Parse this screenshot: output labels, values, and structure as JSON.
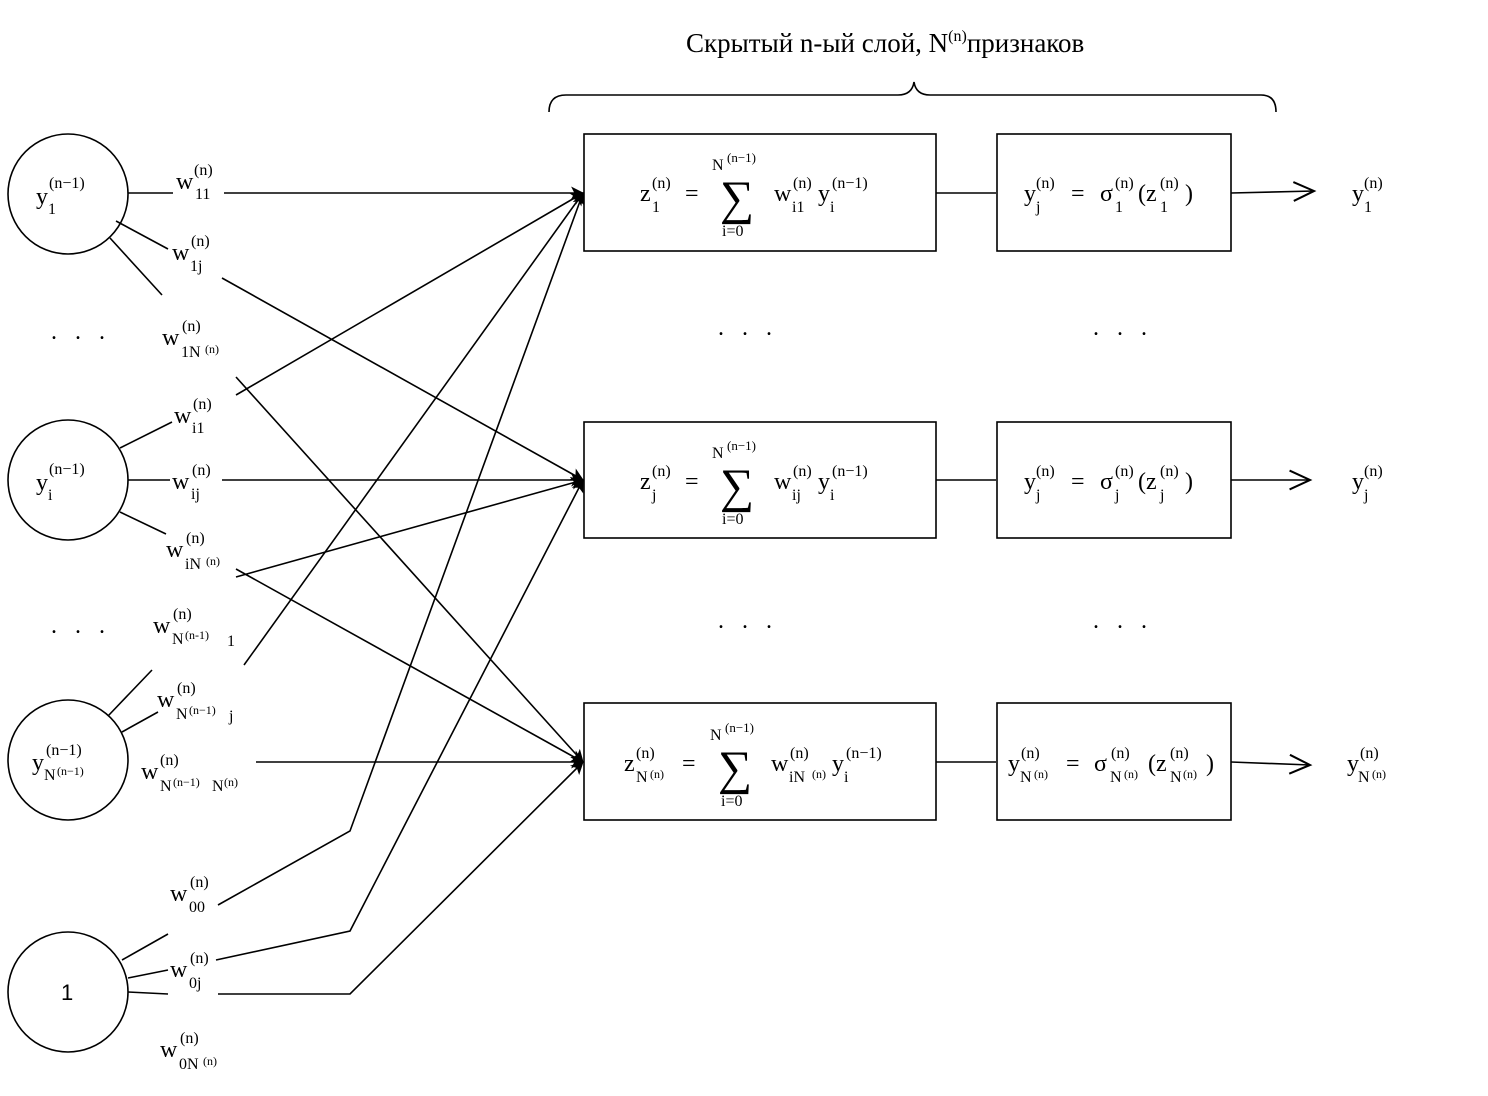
{
  "title": {
    "prefix": "Скрытый n-ый слой,  N",
    "sup": "(n)",
    "suffix": "признаков"
  },
  "ellipsis": ". . .",
  "common": {
    "sup_n": "(n)",
    "sup_n_minus_1": "(n−1)",
    "w": "w",
    "y": "y",
    "z": "z",
    "sigma": "σ",
    "equals": "=",
    "sum": "∑",
    "N": "N",
    "sum_lower": "i=0",
    "open_paren": "(",
    "close_paren": ")"
  },
  "input_nodes": [
    {
      "symbol": "y",
      "sub": "1",
      "sup": "(n−1)"
    },
    {
      "symbol": "y",
      "sub": "i",
      "sup": "(n−1)"
    },
    {
      "symbol": "y",
      "sub": "N",
      "sub_sup": "(n−1)",
      "sup": "(n−1)"
    },
    {
      "label": "1"
    }
  ],
  "weights": [
    {
      "sub": "11",
      "sup": "(n)"
    },
    {
      "sub": "1j",
      "sup": "(n)"
    },
    {
      "sub": "1N",
      "sub_sup": "(n)",
      "sup": "(n)"
    },
    {
      "sub": "i1",
      "sup": "(n)"
    },
    {
      "sub": "ij",
      "sup": "(n)"
    },
    {
      "sub": "iN",
      "sub_sup": "(n)",
      "sup": "(n)"
    },
    {
      "sub_a": "N",
      "sub_a_sup": "(n-1)",
      "sub_b": "1",
      "sup": "(n)"
    },
    {
      "sub_a": "N",
      "sub_a_sup": "(n−1)",
      "sub_b": "j",
      "sup": "(n)"
    },
    {
      "sub_a": "N",
      "sub_a_sup": "(n−1)",
      "sub_b": "N",
      "sub_b_sup": "(n)",
      "sup": "(n)"
    },
    {
      "sub": "00",
      "sup": "(n)"
    },
    {
      "sub": "0j",
      "sup": "(n)"
    },
    {
      "sub": "0N",
      "sub_sup": "(n)",
      "sup": "(n)"
    }
  ],
  "sum_boxes": [
    {
      "z_sub": "1",
      "w_sub": "i1",
      "y_sub": "i"
    },
    {
      "z_sub": "j",
      "w_sub": "ij",
      "y_sub": "i"
    },
    {
      "z_sub": "N",
      "z_sub_sup": "(n)",
      "w_sub": "iN",
      "w_sub_sup": "(n)",
      "y_sub": "i"
    }
  ],
  "act_boxes": [
    {
      "y_sub": "j",
      "sigma_sub": "1",
      "z_sub": "1"
    },
    {
      "y_sub": "j",
      "sigma_sub": "j",
      "z_sub": "j"
    },
    {
      "y_sub": "N",
      "sigma_sub": "N",
      "z_sub": "N",
      "sub_sup": "(n)"
    }
  ],
  "outputs": [
    {
      "symbol": "y",
      "sub": "1",
      "sup": "(n)"
    },
    {
      "symbol": "y",
      "sub": "j",
      "sup": "(n)"
    },
    {
      "symbol": "y",
      "sub": "N",
      "sub_sup": "(n)",
      "sup": "(n)"
    }
  ]
}
